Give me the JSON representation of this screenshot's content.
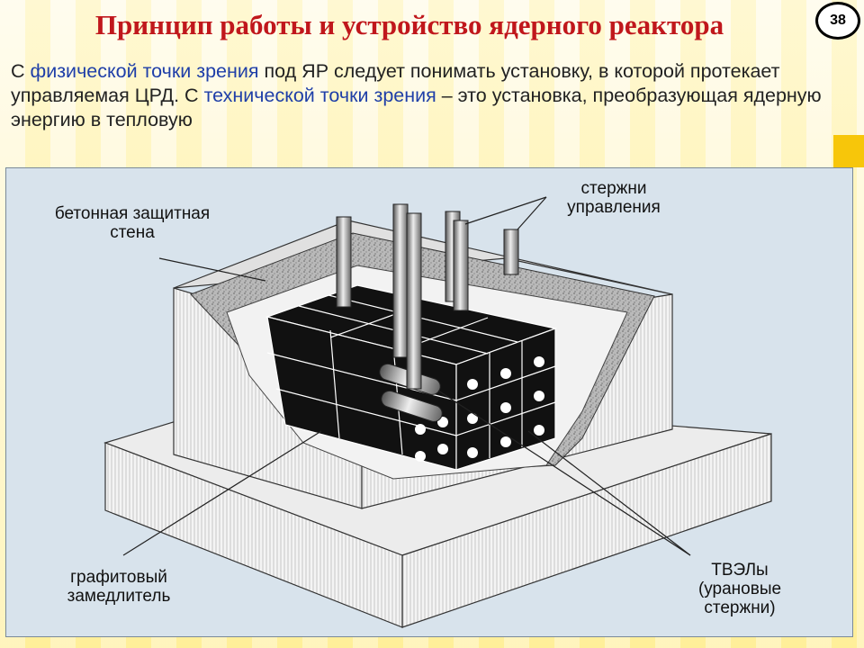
{
  "title": "Принцип работы и устройство ядерного реактора",
  "slide_number": "38",
  "intro": {
    "p1": "С ",
    "h1": "физической точки зрения",
    "p2": " под ЯР следует понимать установку, в которой протекает управляемая ЦРД. С ",
    "h2": "технической точки зрения",
    "p3": " – это установка, преобразующая ядерную энергию в тепловую"
  },
  "labels": {
    "wall_l1": "бетонная защитная",
    "wall_l2": "стена",
    "rods_l1": "стержни",
    "rods_l2": "управления",
    "graphite_l1": "графитовый",
    "graphite_l2": "замедлитель",
    "fuel_l1": "ТВЭЛы",
    "fuel_l2": "(урановые",
    "fuel_l3": "стержни)"
  },
  "colors": {
    "title": "#c0171c",
    "highlight": "#1f3fa8"
  }
}
